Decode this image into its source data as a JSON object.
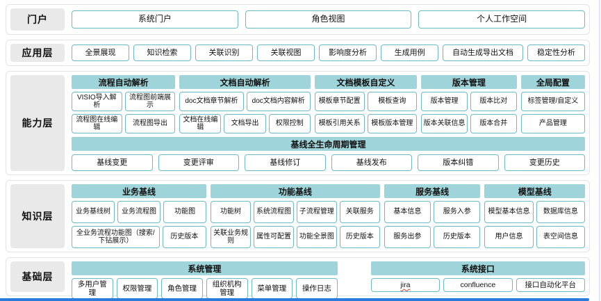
{
  "canvas": {
    "accent_teal": "#9fd5da",
    "item_border_teal": "#69bcc7",
    "layer_label_gray": "#e9e9e9",
    "bottom_line_blue": "#2b7bdc"
  },
  "portal": {
    "label": "门户",
    "items": [
      "系统门户",
      "角色视图",
      "个人工作空间"
    ]
  },
  "application": {
    "label": "应用层",
    "items": [
      "全景展现",
      "知识检索",
      "关联识别",
      "关联视图",
      "影响度分析",
      "生成用例",
      "自动生成导出文档",
      "稳定性分析"
    ]
  },
  "capability": {
    "label": "能力层",
    "groups": [
      {
        "title": "流程自动解析",
        "rows": [
          [
            "VISIO导入解析",
            "流程图前端展示"
          ],
          [
            "流程图在线编辑",
            "流程图导出"
          ]
        ]
      },
      {
        "title": "文档自动解析",
        "rows": [
          [
            "doc文档章节解析",
            "doc文档内容解析"
          ],
          [
            "文档在线编辑",
            "文档导出",
            "权限控制"
          ]
        ]
      },
      {
        "title": "文档模板自定义",
        "rows": [
          [
            "模板章节配置",
            "模板查询"
          ],
          [
            "模板引用关系",
            "模板版本管理"
          ]
        ]
      },
      {
        "title": "版本管理",
        "rows": [
          [
            "版本管理",
            "版本比对"
          ],
          [
            "版本关联信息",
            "版本合并"
          ]
        ]
      },
      {
        "title": "全局配置",
        "rows": [
          [
            "标签管理/自定义"
          ],
          [
            "产品管理"
          ]
        ]
      }
    ],
    "baseline": {
      "title": "基线全生命周期管理",
      "items": [
        "基线变更",
        "变更评审",
        "基线修订",
        "基线发布",
        "版本纠错",
        "变更历史"
      ]
    }
  },
  "knowledge": {
    "label": "知识层",
    "groups": [
      {
        "title": "业务基线",
        "rows": [
          [
            "业务基线树",
            "业务流程图",
            "功能图"
          ],
          [
            "全业务流程功能图（搜索/下钻展示）",
            "历史版本"
          ]
        ]
      },
      {
        "title": "功能基线",
        "rows": [
          [
            "功能树",
            "系统流程图",
            "子流程管理",
            "关联服务"
          ],
          [
            "关联业务规则",
            "属性可配置",
            "功能全景图",
            "历史版本"
          ]
        ]
      },
      {
        "title": "服务基线",
        "rows": [
          [
            "基本信息",
            "服务入参"
          ],
          [
            "服务出参",
            "历史版本"
          ]
        ]
      },
      {
        "title": "模型基线",
        "rows": [
          [
            "模型基本信息",
            "数据库信息"
          ],
          [
            "用户信息",
            "表空间信息"
          ]
        ]
      }
    ]
  },
  "foundation": {
    "label": "基础层",
    "groups": [
      {
        "title": "系统管理",
        "items": [
          "多用户管理",
          "权限管理",
          "角色管理",
          "组织机构管理",
          "菜单管理",
          "操作日志"
        ]
      },
      {
        "title": "系统接口",
        "items": [
          "jira",
          "confluence",
          "接口自动化平台"
        ]
      }
    ]
  }
}
